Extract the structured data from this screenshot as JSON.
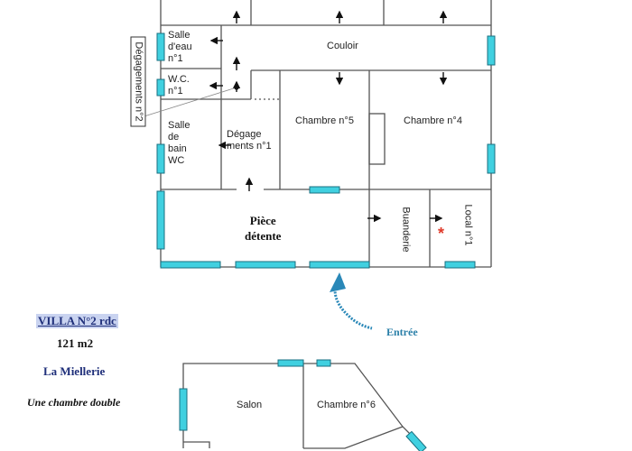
{
  "rooms": {
    "salle_eau": "Salle\nd'eau\nn°1",
    "wc": "W.C.\nn°1",
    "salle_bain": "Salle\nde\nbain\nWC",
    "degagements_2": "Dégagements n°2",
    "couloir": "Couloir",
    "degagements_1": "Dégage\nments n°1",
    "chambre_5": "Chambre n°5",
    "chambre_4": "Chambre n°4",
    "piece_detente": "Pièce\ndétente",
    "buanderie": "Buanderie",
    "local_1": "Local n°1",
    "salon": "Salon",
    "chambre_6": "Chambre n°6"
  },
  "legend": {
    "villa_title": "VILLA N°2 rdc",
    "surface": "121 m2",
    "site_name": "La Miellerie",
    "bedroom_note": "Une chambre double"
  },
  "entry": {
    "label": "Entrée"
  },
  "markers": {
    "star": "*"
  },
  "colors": {
    "wall": "#555555",
    "window": "#40d0e0",
    "window_border": "#1a6f80",
    "arrow": "#111111",
    "entry_arrow": "#2a88b8",
    "accent_red": "#e03a2a"
  }
}
